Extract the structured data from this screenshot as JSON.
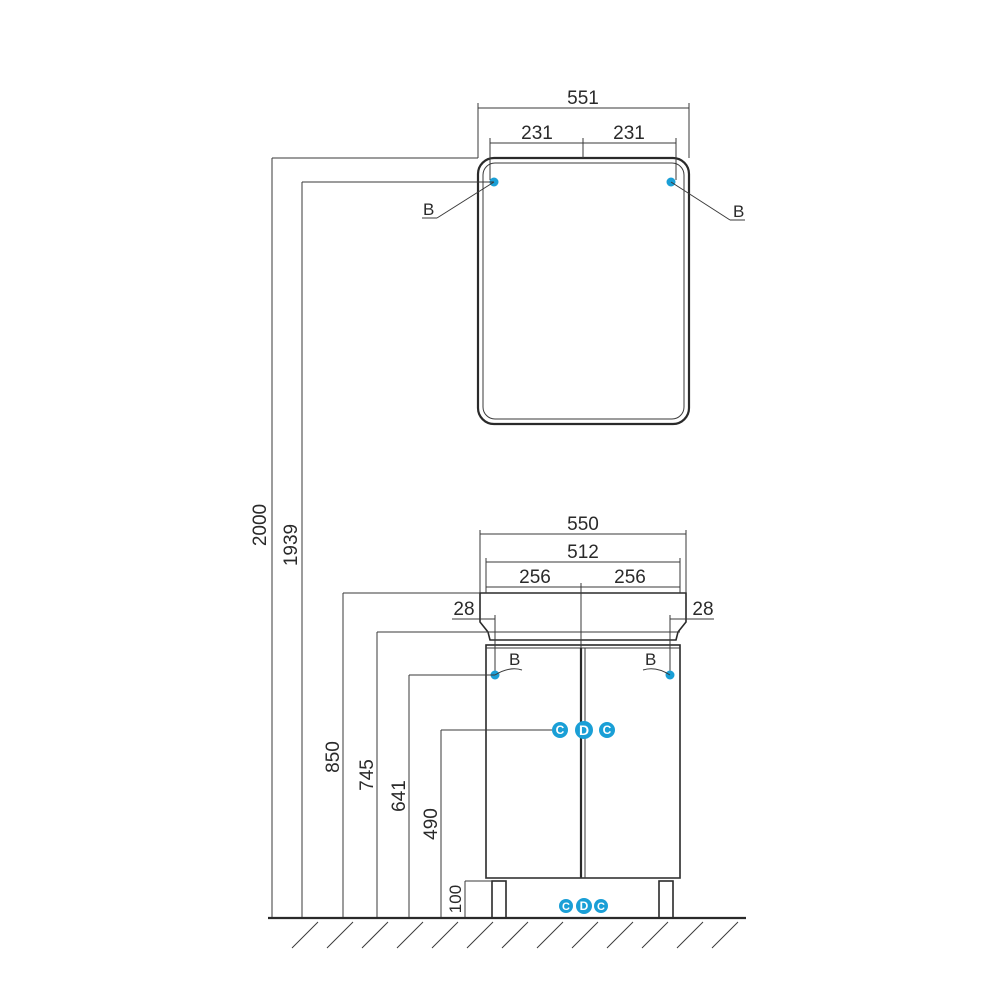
{
  "colors": {
    "line": "#2a2a2a",
    "marker": "#1a9fd6"
  },
  "mirror": {
    "width_label": "551",
    "half_left_label": "231",
    "half_right_label": "231",
    "mount_left_label": "B",
    "mount_right_label": "B"
  },
  "cabinet": {
    "top_width_label": "550",
    "inner_width_label": "512",
    "half_left_label": "256",
    "half_right_label": "256",
    "offset_left_label": "28",
    "offset_right_label": "28",
    "mount_left_label": "B",
    "mount_right_label": "B",
    "connection_upper": [
      "C",
      "D",
      "C"
    ],
    "connection_lower": [
      "C",
      "D",
      "C"
    ]
  },
  "heights": {
    "total_label": "2000",
    "mirror_mount_label": "1939",
    "top_label": "850",
    "basin_label": "745",
    "mount_label": "641",
    "connection_label": "490",
    "leg_label": "100"
  }
}
